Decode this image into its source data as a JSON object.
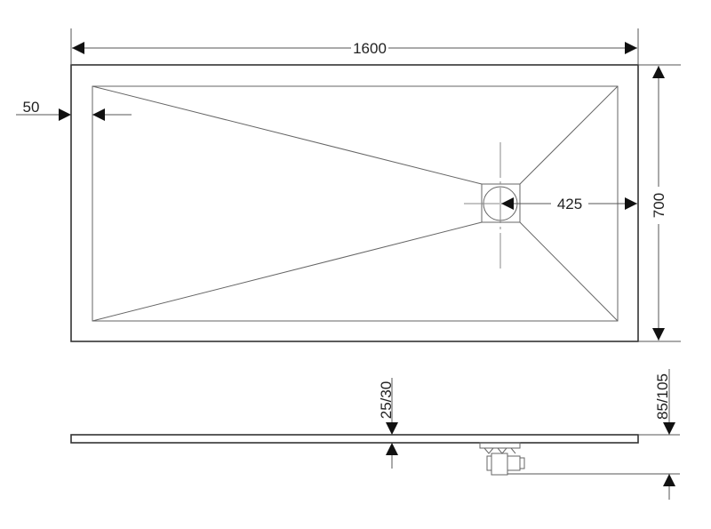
{
  "drawing": {
    "dimensions": {
      "length": "1600",
      "width": "700",
      "edge": "50",
      "drain_offset": "425",
      "tray_height": "25/30",
      "total_height": "85/105"
    }
  }
}
